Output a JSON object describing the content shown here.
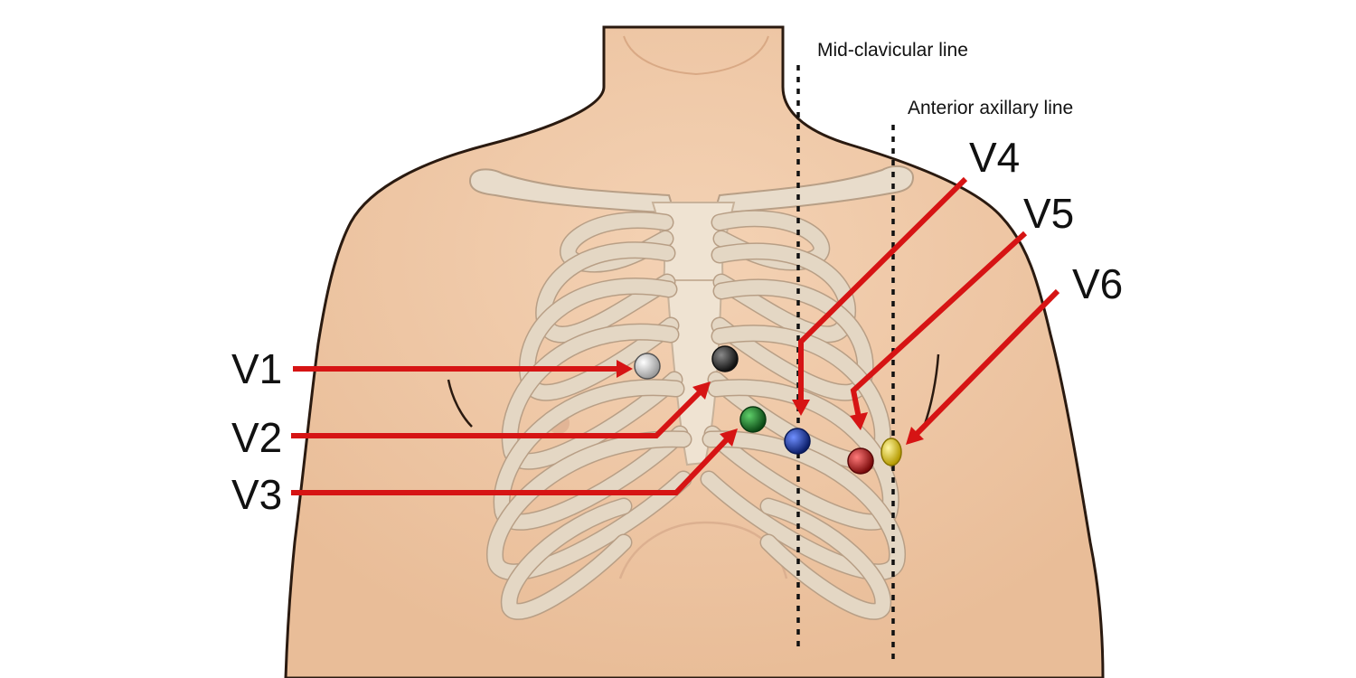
{
  "annotations": {
    "mid_clavicular": "Mid-clavicular line",
    "anterior_axillary": "Anterior axillary line"
  },
  "leads": [
    {
      "id": "V1",
      "color": "#d9d9d9"
    },
    {
      "id": "V2",
      "color": "#2b2b2b"
    },
    {
      "id": "V3",
      "color": "#1d7a2a"
    },
    {
      "id": "V4",
      "color": "#1f3fa8"
    },
    {
      "id": "V5",
      "color": "#c42020"
    },
    {
      "id": "V6",
      "color": "#e8d21a"
    }
  ],
  "colors": {
    "skin": "#efc8a8",
    "skin_outline": "#2a1a10",
    "bone": "#e8dccb",
    "arrow": "#d61414"
  }
}
